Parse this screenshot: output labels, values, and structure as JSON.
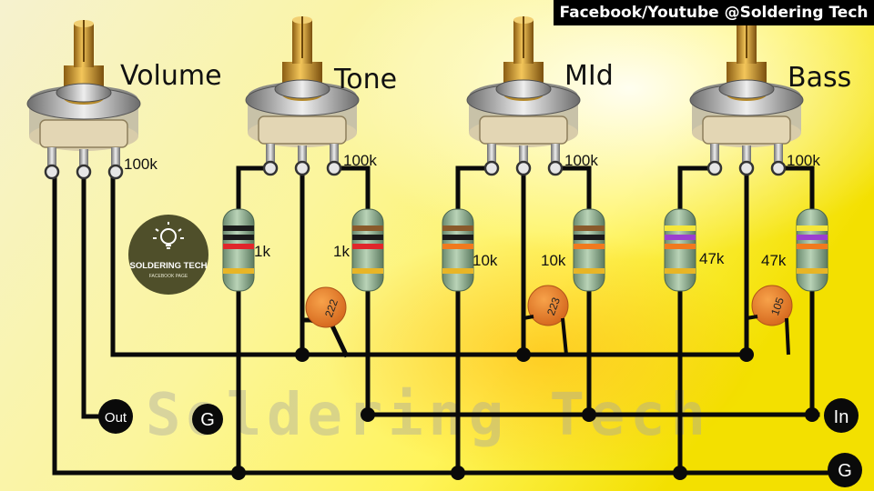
{
  "banner": "Facebook/Youtube @Soldering Tech",
  "watermark": "Soldering Tech",
  "logo": {
    "name": "SOLDERING TECH",
    "sub": "FACEBOOK PAGE"
  },
  "pots": [
    {
      "label": "Volume",
      "value": "100k"
    },
    {
      "label": "Tone",
      "value": "100k"
    },
    {
      "label": "MId",
      "value": "100k"
    },
    {
      "label": "Bass",
      "value": "100k"
    }
  ],
  "resistors": [
    {
      "label": "1k",
      "bands": [
        "#1b1b1b",
        "#1b1b1b",
        "#e0262b",
        "#e8b526"
      ]
    },
    {
      "label": "1k",
      "bands": [
        "#8a5a2b",
        "#1b1b1b",
        "#e0262b",
        "#e8b526"
      ]
    },
    {
      "label": "10k",
      "bands": [
        "#8a5a2b",
        "#1b1b1b",
        "#f07a1e",
        "#e8b526"
      ]
    },
    {
      "label": "10k",
      "bands": [
        "#8a5a2b",
        "#1b1b1b",
        "#f07a1e",
        "#e8b526"
      ]
    },
    {
      "label": "47k",
      "bands": [
        "#f4e63a",
        "#9b3fd0",
        "#f07a1e",
        "#e8b526"
      ]
    },
    {
      "label": "47k",
      "bands": [
        "#f4e63a",
        "#9b3fd0",
        "#f07a1e",
        "#e8b526"
      ]
    }
  ],
  "capacitors": [
    {
      "label": "222"
    },
    {
      "label": "223"
    },
    {
      "label": "105"
    }
  ],
  "terminals": {
    "out": "Out",
    "ground_left": "G",
    "input": "In",
    "ground_right": "G"
  }
}
